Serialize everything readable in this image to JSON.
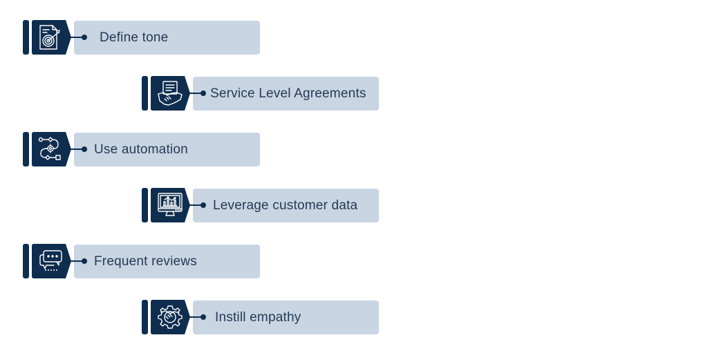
{
  "colors": {
    "dark_block": "#0f2d4f",
    "label_box": "#c9d5e3",
    "label_text": "#243a56",
    "background": "#ffffff"
  },
  "steps": [
    {
      "label": "Define tone",
      "icon": "document-target-icon"
    },
    {
      "label": "Service Level Agreements",
      "icon": "contract-handshake-icon"
    },
    {
      "label": "Use automation",
      "icon": "workflow-gear-icon"
    },
    {
      "label": "Leverage customer data",
      "icon": "monitor-analytics-icon"
    },
    {
      "label": "Frequent reviews",
      "icon": "chat-rating-icon"
    },
    {
      "label": "Instill empathy",
      "icon": "gear-handshake-icon"
    }
  ]
}
